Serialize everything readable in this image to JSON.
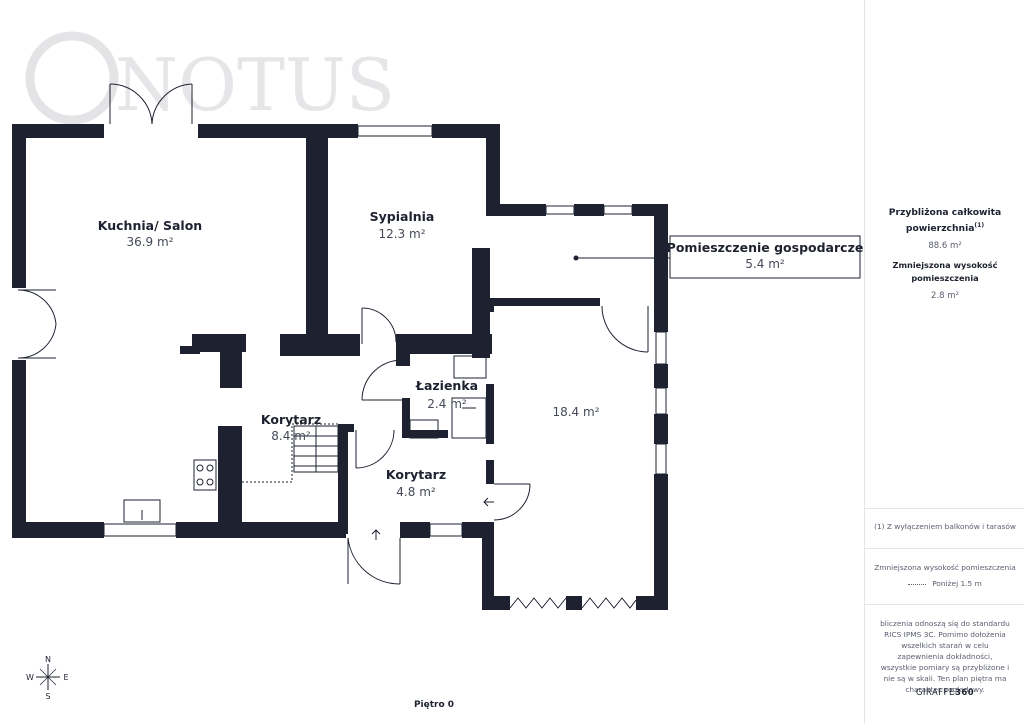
{
  "watermark": {
    "text": "NOTUS"
  },
  "floor": {
    "label": "Piętro 0"
  },
  "rooms": [
    {
      "key": "kuchnia",
      "name": "Kuchnia/ Salon",
      "area": "36.9 m²"
    },
    {
      "key": "sypialnia",
      "name": "Sypialnia",
      "area": "12.3 m²"
    },
    {
      "key": "pomieszczenie",
      "name": "Pomieszczenie gospodarcze",
      "area": "5.4 m²"
    },
    {
      "key": "lazienka",
      "name": "Łazienka",
      "area": "2.4 m²"
    },
    {
      "key": "korytarz1",
      "name": "Korytarz",
      "area": "8.4 m²"
    },
    {
      "key": "korytarz2",
      "name": "Korytarz",
      "area": "4.8 m²"
    },
    {
      "key": "room18",
      "name": "",
      "area": "18.4 m²"
    }
  ],
  "compass": {
    "n": "N",
    "s": "S",
    "e": "E",
    "w": "W"
  },
  "panel": {
    "total_title": "Przybliżona całkowita powierzchnia",
    "total_sup": "(1)",
    "total_value": "88.6 m²",
    "reduced_title": "Zmniejszona wysokość pomieszczenia",
    "reduced_value": "2.8 m²",
    "footnote": "(1) Z wyłączeniem balkonów i tarasów",
    "legend_title": "Zmniejszona wysokość pomieszczenia",
    "legend_item": "Poniżej 1.5 m",
    "disclaimer": "bliczenia odnoszą się do standardu RICS IPMS 3C. Pomimo dołożenia wszelkich starań w celu zapewnienia dokładności, wszystkie pomiary są przybliżone i nie są w skali. Ten plan piętra ma charakter poglądowy.",
    "brand_a": "GIRAFFE",
    "brand_b": "360"
  },
  "colors": {
    "wall": "#1e2230",
    "text": "#1e2230",
    "muted": "#5a5f6e",
    "watermark": "#e6e6e8"
  }
}
